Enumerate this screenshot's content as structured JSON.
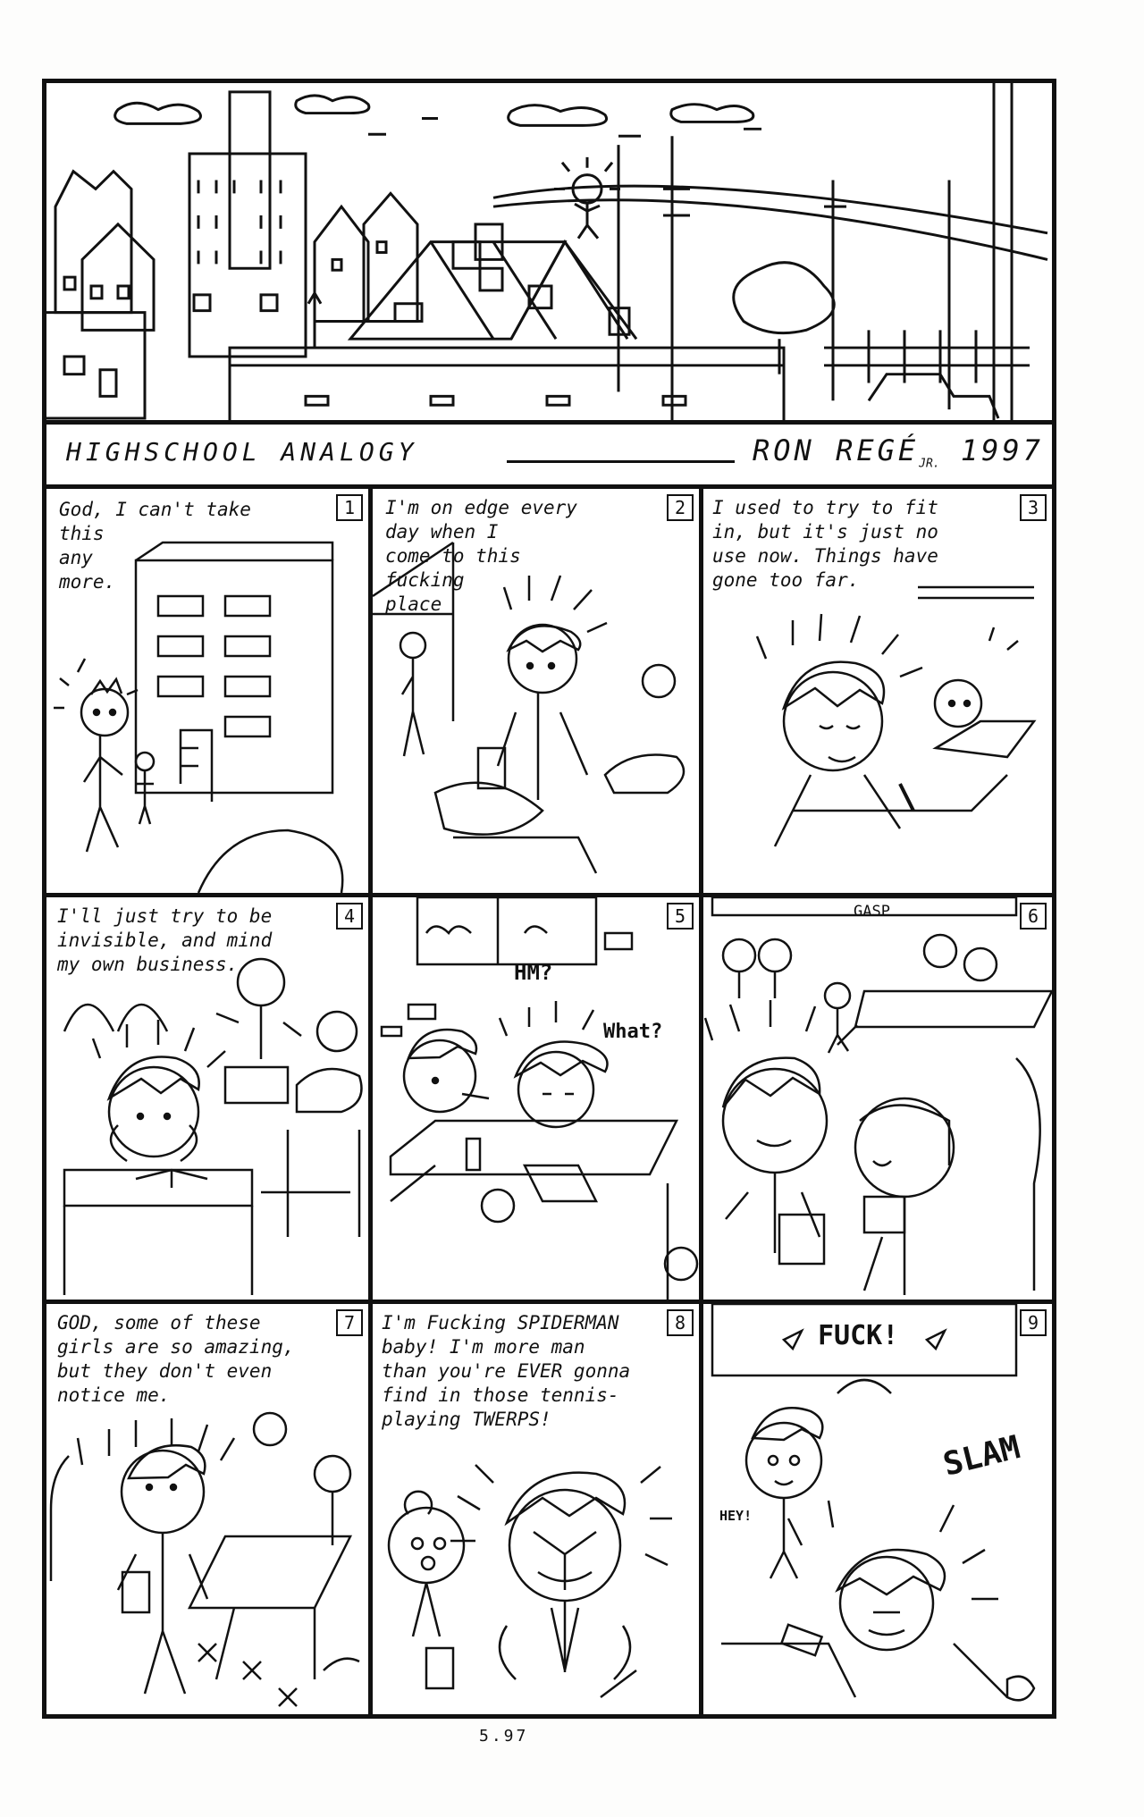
{
  "title": "HIGHSCHOOL ANALOGY",
  "author": "RON REGÉ",
  "author_suffix": "JR.",
  "year": "1997",
  "folio": "5.97",
  "panels": [
    {
      "number": "1",
      "caption": "God, I can't take\nthis\nany\nmore."
    },
    {
      "number": "2",
      "caption": "I'm on edge every\nday when I\ncome to this\nfucking\nplace"
    },
    {
      "number": "3",
      "caption": "I used to try to fit\nin, but it's just no\nuse now. Things have\ngone too far."
    },
    {
      "number": "4",
      "caption": "I'll just try to be\ninvisible, and mind\nmy own business."
    },
    {
      "number": "5",
      "caption": "",
      "sfx": [
        "HM?",
        "What?"
      ]
    },
    {
      "number": "6",
      "caption": "",
      "sfx": [
        "GASP"
      ]
    },
    {
      "number": "7",
      "caption": "GOD, some of these\ngirls are so amazing,\nbut they don't even\nnotice me."
    },
    {
      "number": "8",
      "caption": "I'm Fucking SPIDERMAN\nbaby! I'm more man\nthan you're EVER gonna\nfind in those tennis-\nplaying TWERPS!"
    },
    {
      "number": "9",
      "caption": "",
      "sfx": [
        "FUCK!",
        "SLAM",
        "HEY!"
      ]
    }
  ],
  "colors": {
    "ink": "#111111",
    "paper": "#ffffff"
  }
}
